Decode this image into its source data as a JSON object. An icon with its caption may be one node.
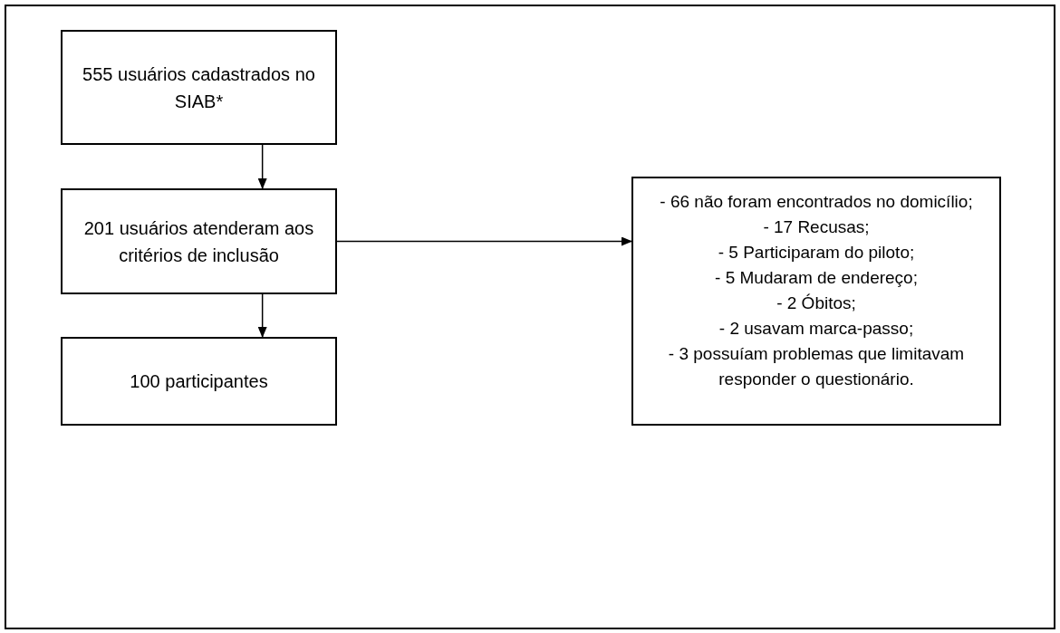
{
  "diagram": {
    "nodes": [
      {
        "text": [
          "555 usuários cadastrados no SIAB*"
        ]
      },
      {
        "text": [
          "201 usuários atenderam aos critérios de inclusão"
        ]
      },
      {
        "text": [
          "100 participantes"
        ]
      },
      {
        "text": [
          "- 66 não foram encontrados no domicílio;",
          "- 17 Recusas;",
          "- 5 Participaram do piloto;",
          "- 5 Mudaram de endereço;",
          "- 2 Óbitos;",
          "- 2 usavam marca-passo;",
          "- 3 possuíam problemas que limitavam responder o questionário."
        ]
      }
    ],
    "edges": [
      {
        "from": 0,
        "to": 1,
        "arrow": "to"
      },
      {
        "from": 1,
        "to": 2,
        "arrow": "to"
      },
      {
        "from": 1,
        "to": 3,
        "arrow": "to"
      }
    ]
  }
}
